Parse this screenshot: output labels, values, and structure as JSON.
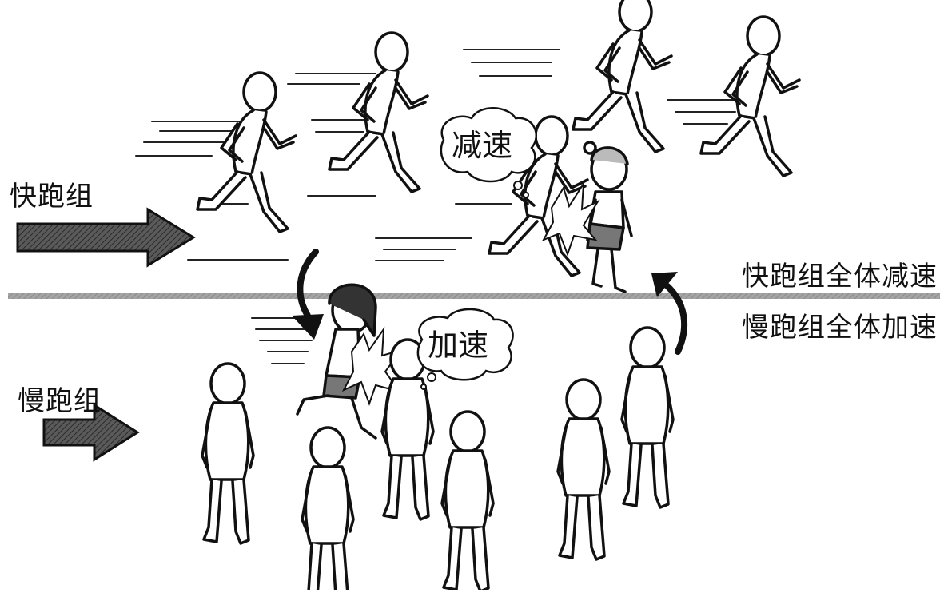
{
  "labels": {
    "fast_group": "快跑组",
    "slow_group": "慢跑组",
    "fast_all_slow_down": "快跑组全体减速",
    "slow_all_speed_up": "慢跑组全体加速"
  },
  "bubbles": {
    "slow_down": "减速",
    "speed_up": "加速"
  },
  "colors": {
    "ink": "#111111",
    "arrow_fill": "#555555",
    "divider": "#9a9a9a"
  }
}
